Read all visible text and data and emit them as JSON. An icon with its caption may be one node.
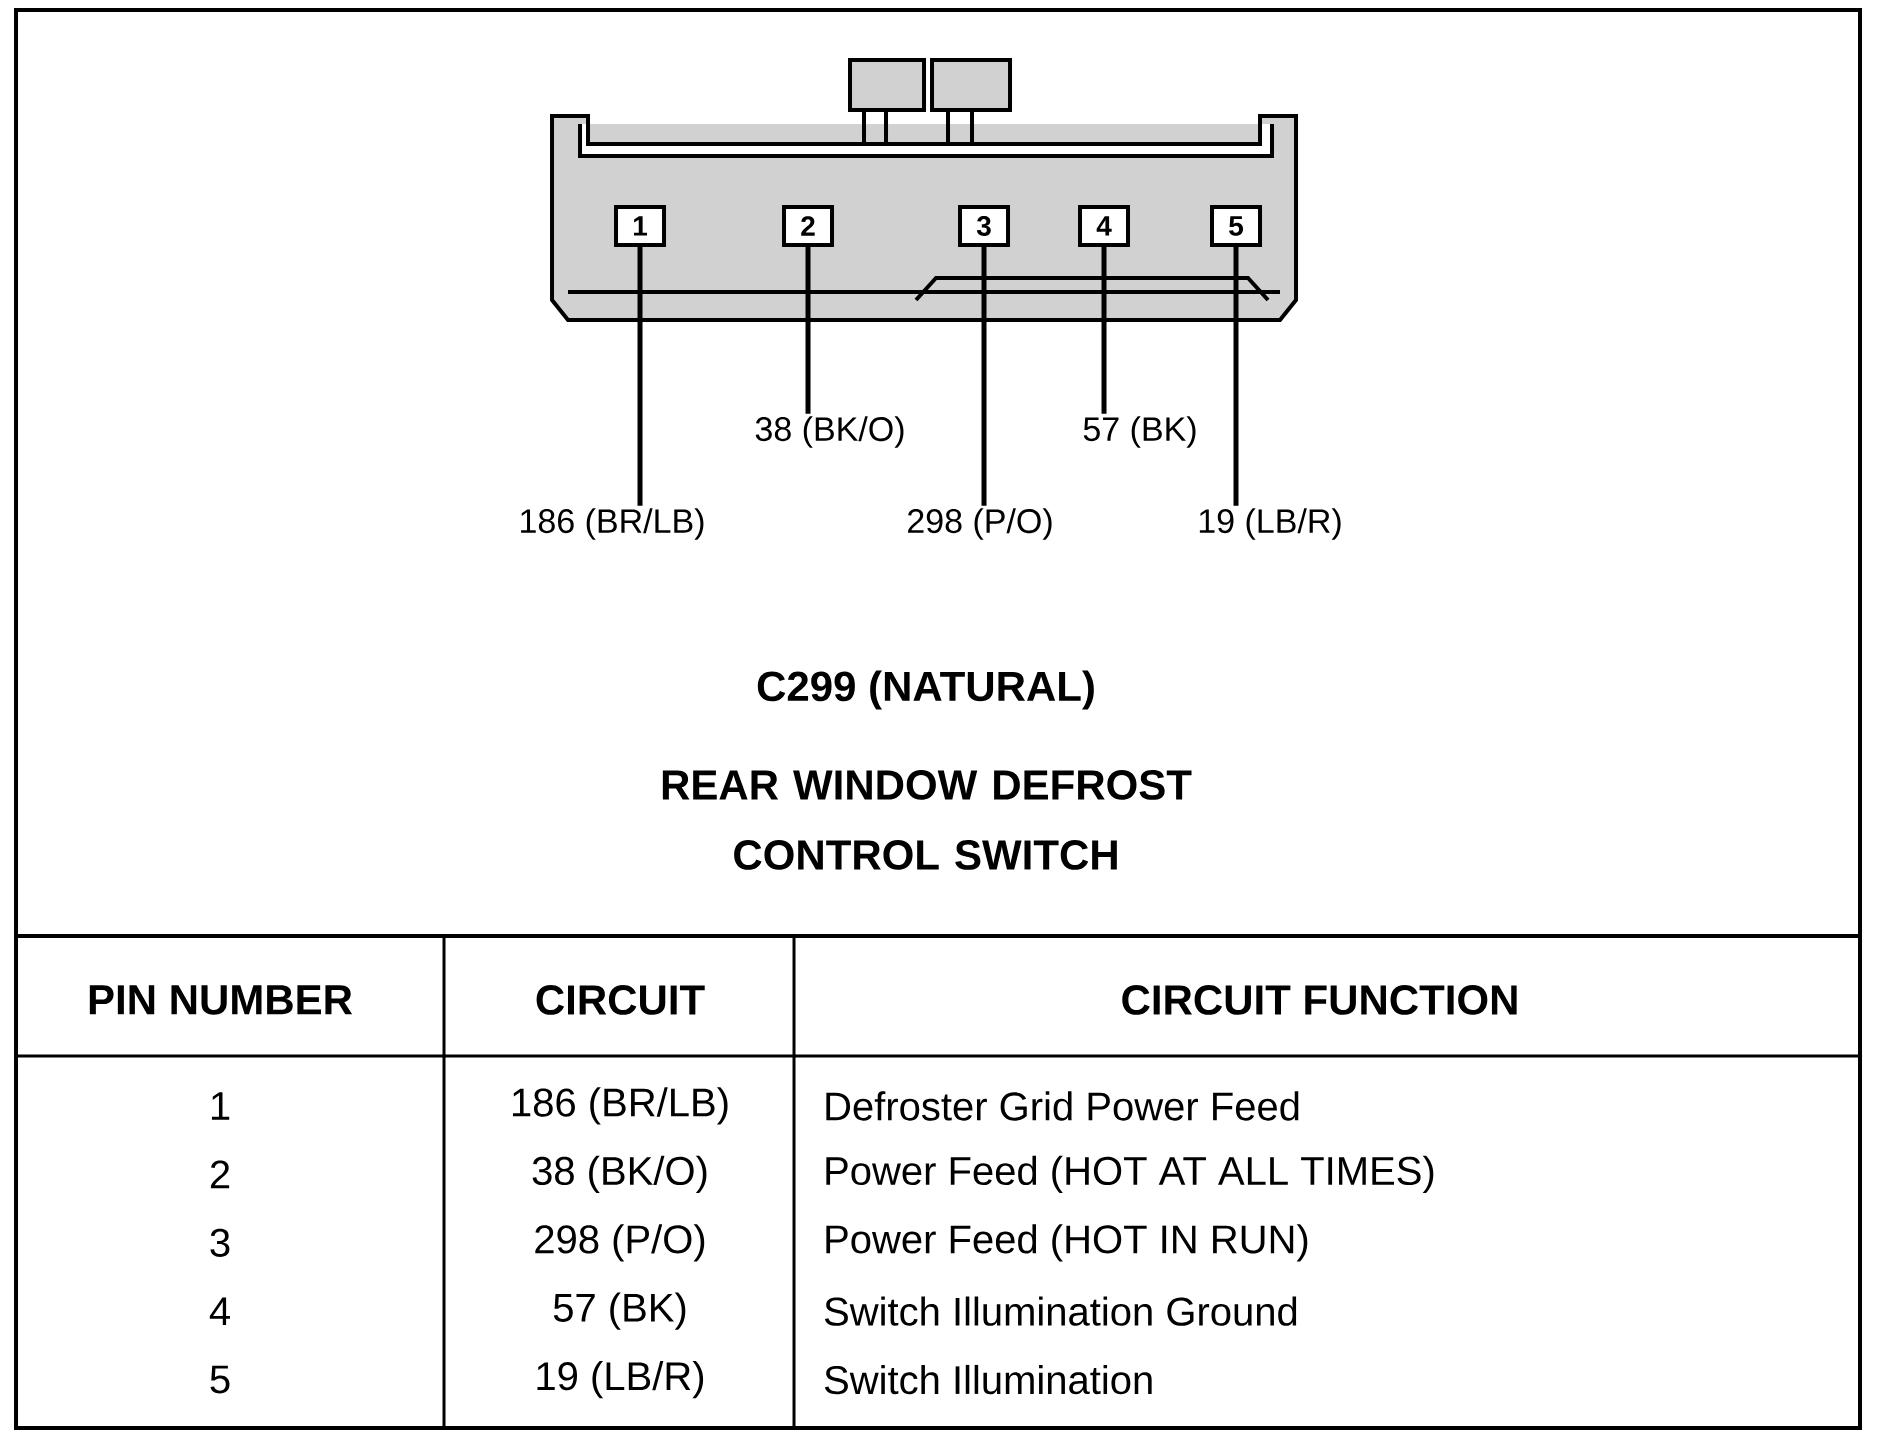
{
  "diagram": {
    "title": "C299 (NATURAL)",
    "caption": "REAR WINDOW DEFROST CONTROL SWITCH",
    "nodes": [
      {
        "text": [
          "1"
        ]
      },
      {
        "text": [
          "2"
        ]
      },
      {
        "text": [
          "3"
        ]
      },
      {
        "text": [
          "4"
        ]
      },
      {
        "text": [
          "5"
        ]
      },
      {
        "text": [
          "38 (BK/O)"
        ]
      },
      {
        "text": [
          "57 (BK)"
        ]
      },
      {
        "text": [
          "186 (BR/LB)"
        ]
      },
      {
        "text": [
          "298 (P/O)"
        ]
      },
      {
        "text": [
          "19 (LB/R)"
        ]
      }
    ],
    "edges": [
      {
        "from": 5,
        "to": 1,
        "arrow": "none"
      },
      {
        "from": 6,
        "to": 3,
        "arrow": "none"
      },
      {
        "from": 7,
        "to": 0,
        "arrow": "none"
      },
      {
        "from": 8,
        "to": 2,
        "arrow": "none"
      },
      {
        "from": 9,
        "to": 4,
        "arrow": "none"
      }
    ],
    "labels": [
      "PIN NUMBER",
      "CIRCUIT",
      "CIRCUIT FUNCTION",
      "1",
      "186 (BR/LB)",
      "Defroster Grid Power Feed",
      "2",
      "38 (BK/O)",
      "Power Feed (HOT AT ALL TIMES)",
      "3",
      "298 (P/O)",
      "Power Feed (HOT IN RUN)",
      "4",
      "57 (BK)",
      "Switch Illumination Ground",
      "5",
      "19 (LB/R)",
      "Switch Illumination"
    ]
  }
}
